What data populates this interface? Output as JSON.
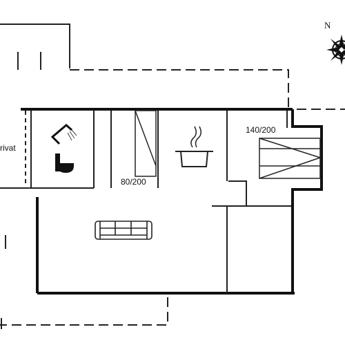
{
  "labels": {
    "privat": "rivat",
    "bed_small": "80/200",
    "bed_large": "140/200"
  },
  "compass": {
    "north": "N"
  },
  "icons": [
    "shower-icon",
    "toilet-icon",
    "cooking-pot-icon",
    "sofa-icon",
    "compass-icon",
    "bed-icon"
  ],
  "colors": {
    "wall": "#111111",
    "background": "#ffffff"
  }
}
